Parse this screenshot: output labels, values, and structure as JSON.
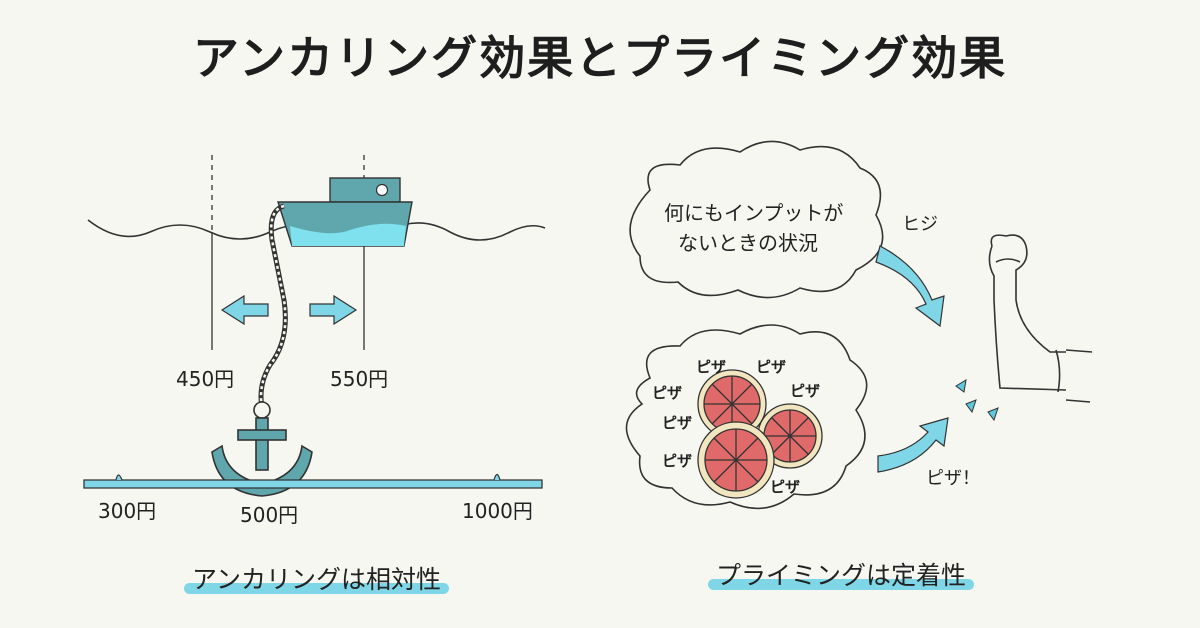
{
  "title": "アンカリング効果とプライミング効果",
  "anchoring": {
    "price_low_marker": "450円",
    "price_high_marker": "550円",
    "scale_labels": [
      "300円",
      "500円",
      "1000円"
    ],
    "caption": "アンカリングは相対性"
  },
  "priming": {
    "cloud_text_line1": "何にもインプットが",
    "cloud_text_line2": "ないときの状況",
    "arrow_top_label": "ヒジ",
    "arrow_bottom_label": "ピザ！",
    "pizza_word": "ピザ",
    "caption": "プライミングは定着性"
  },
  "colors": {
    "accent": "#5ec8dc",
    "boat": "#5fa7ad",
    "anchor": "#5fa7ad",
    "pizza": "#e06a6a",
    "highlight": "#7fd6e6"
  }
}
